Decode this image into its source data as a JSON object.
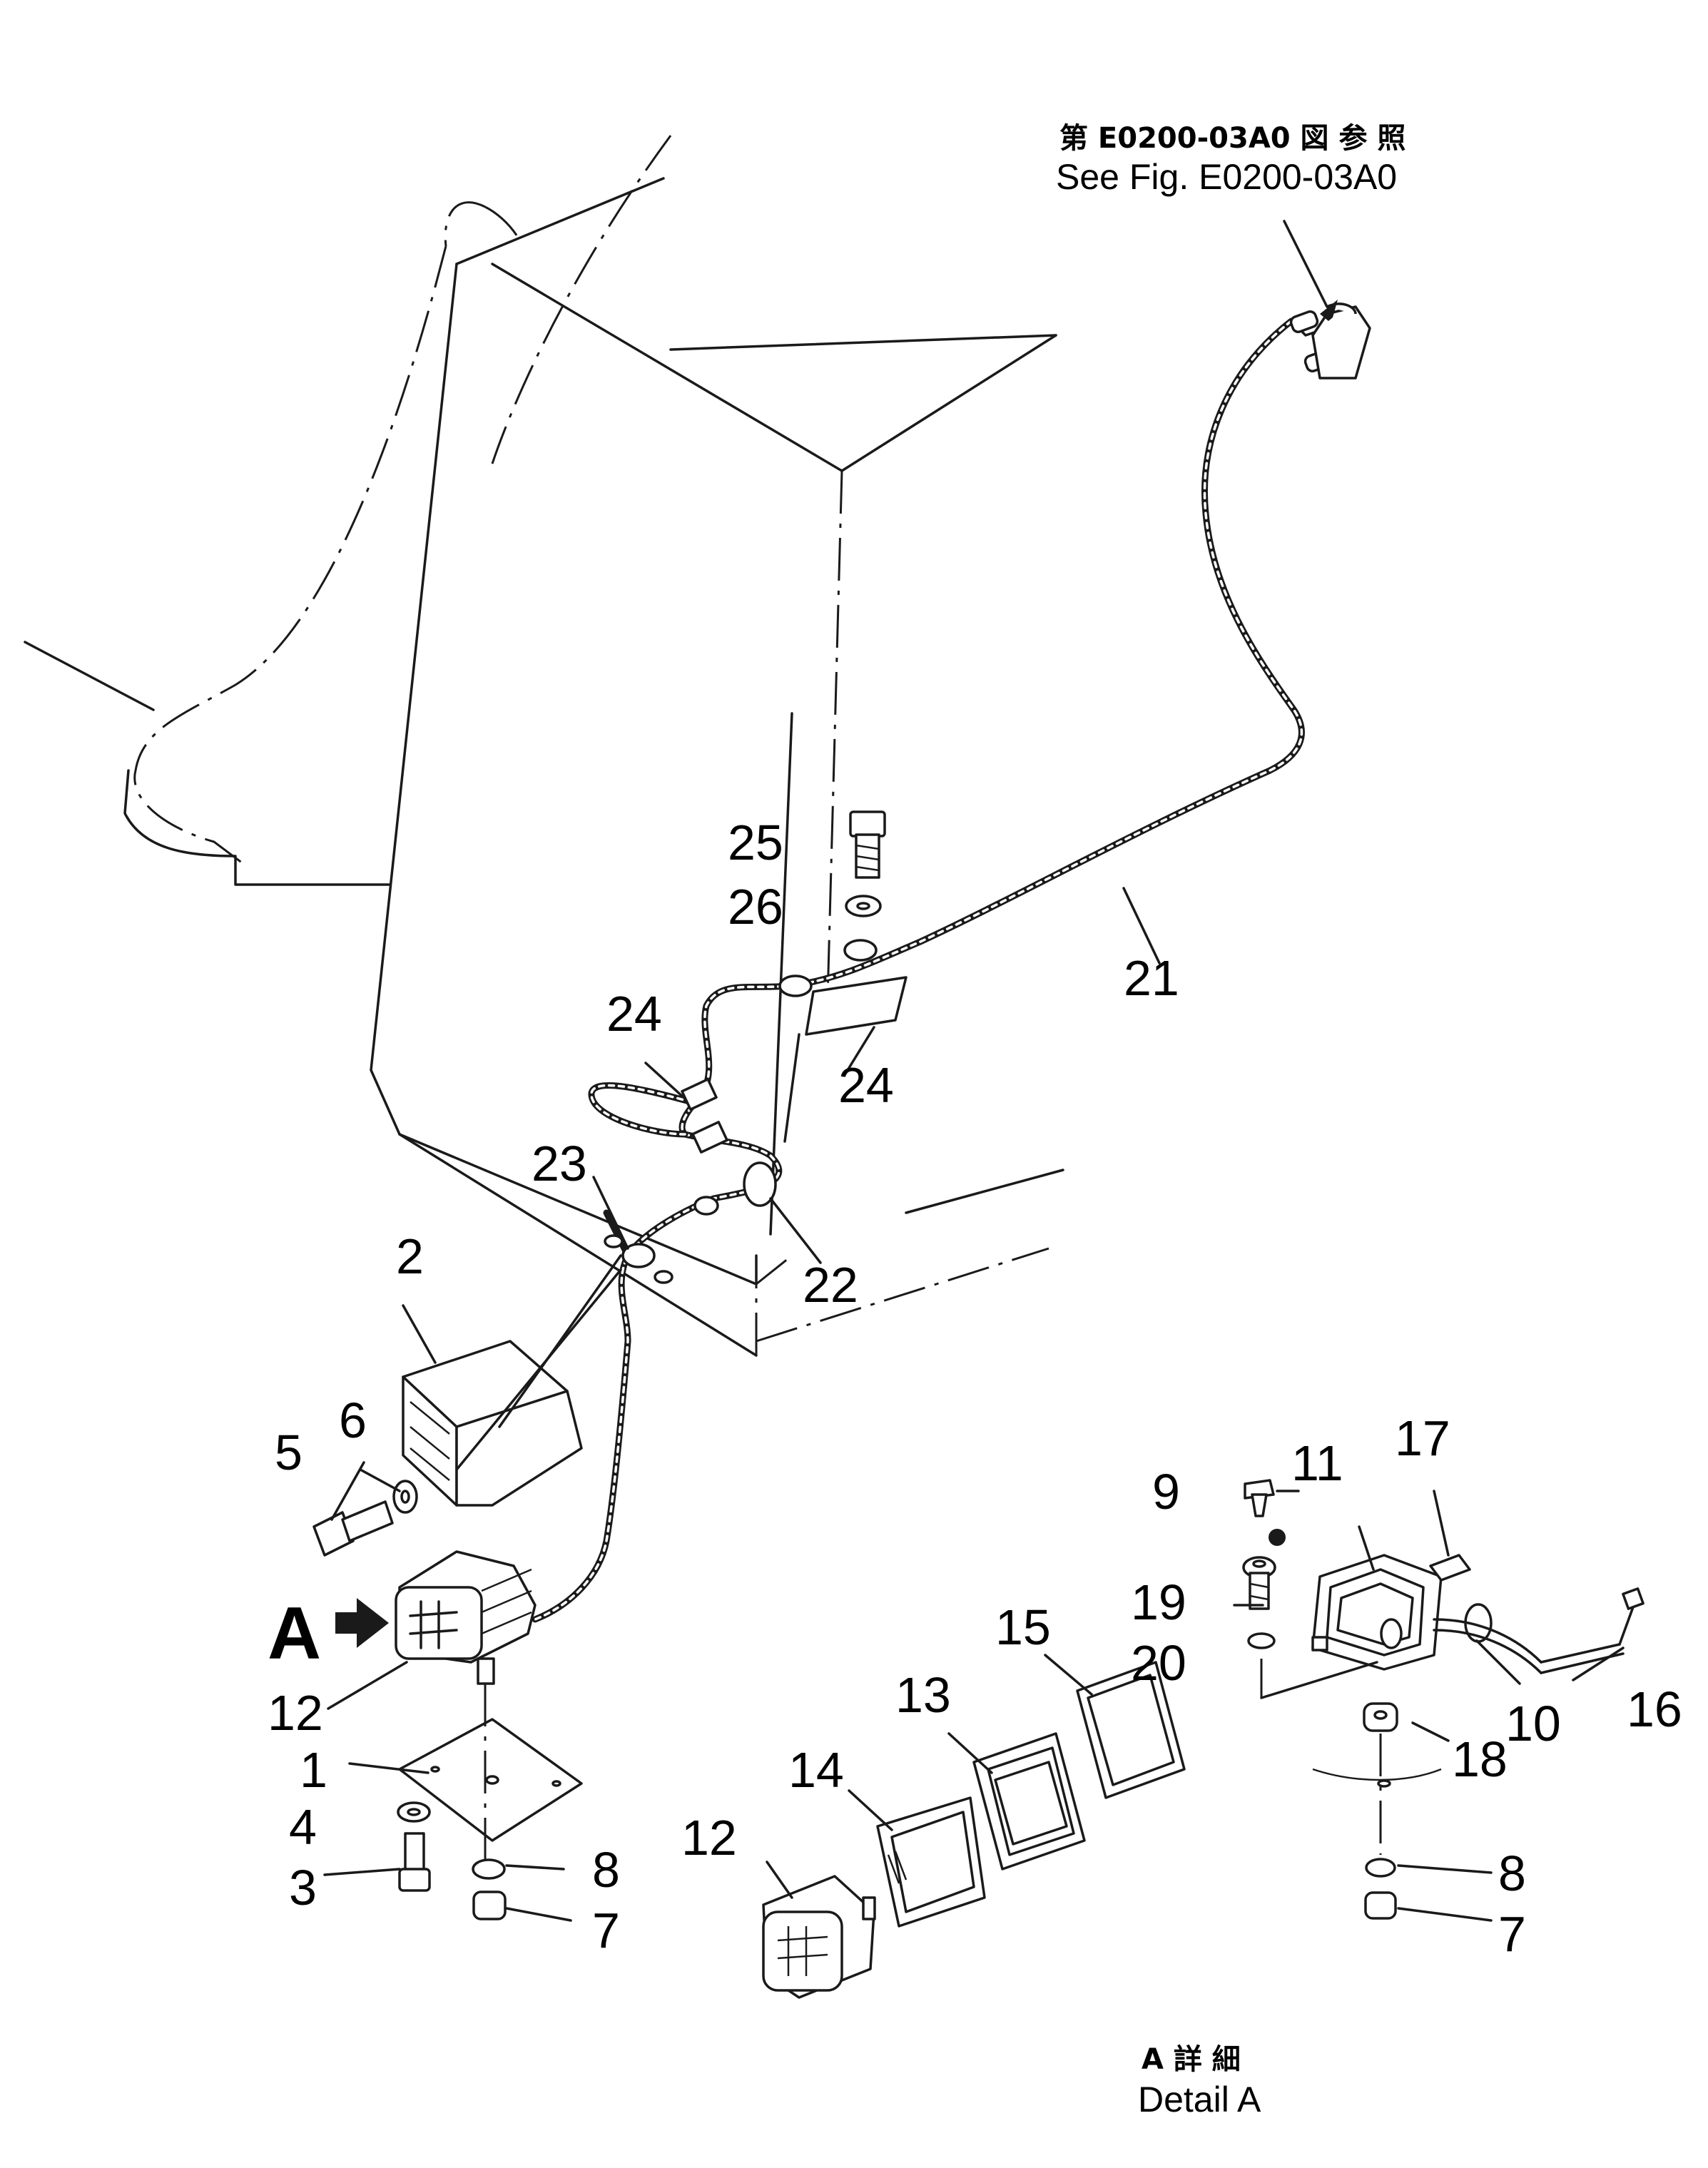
{
  "reference": {
    "jp": "第 E0200-03A0 図 参 照",
    "en": "See Fig. E0200-03A0"
  },
  "detail": {
    "marker": "A",
    "jp": "A 詳 細",
    "en": "Detail A"
  },
  "callouts": {
    "c1": "1",
    "c2": "2",
    "c3": "3",
    "c4": "4",
    "c5": "5",
    "c6": "6",
    "c7a": "7",
    "c7b": "7",
    "c8a": "8",
    "c8b": "8",
    "c9": "9",
    "c10": "10",
    "c11": "11",
    "c12a": "12",
    "c12b": "12",
    "c13": "13",
    "c14": "14",
    "c15": "15",
    "c16": "16",
    "c17": "17",
    "c18": "18",
    "c19": "19",
    "c20": "20",
    "c21": "21",
    "c22": "22",
    "c23": "23",
    "c24a": "24",
    "c24b": "24",
    "c25": "25",
    "c26": "26"
  }
}
